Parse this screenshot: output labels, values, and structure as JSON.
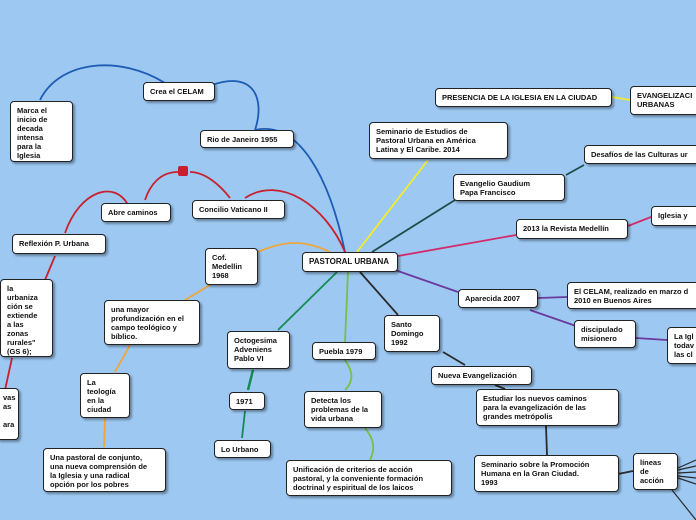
{
  "center": "PASTORAL URBANA",
  "nodes": {
    "crea_celam": "Crea el CELAM",
    "marca": "Marca el\ninicio de\ndecada\nintensa\npara la\nIglesia",
    "rio": "Rio de Janeiro 1955",
    "concilio": "Concilio Vaticano II",
    "abre": "Abre caminos",
    "reflexion": "Reflexión P. Urbana",
    "urbanizacion": "la\nurbaniza\nción se\nextiende\na las\nzonas\nrurales\"\n(GS 6);",
    "left_frag": "vas\nas\n\nara",
    "cof": "Cof.\nMedellin\n1968",
    "mayor": "una mayor\nprofundización en el\ncampo teológico y\nbíblico.",
    "teologia": "La\nteología\nen la\nciudad",
    "conjunto": "Una pastoral de conjunto,\nuna nueva comprensión de\nla Iglesia y una radical\nopción por los pobres",
    "octogesima": "Octogesima\nAdveniens\nPablo VI",
    "y1971": "1971",
    "urbano": "Lo Urbano",
    "puebla": "Puebla 1979",
    "detecta": "Detecta los\nproblemas de la\nvida urbana",
    "unificacion": "Unificación de criterios de acción\npastoral, y la conveniente formación\ndoctrinal y espiritual de los laicos",
    "santo": "Santo\nDomingo\n1992",
    "nueva": "Nueva Evangelización",
    "estudiar": "Estudiar los nuevos caminos\npara la evangelización de las\ngrandes metrópolis",
    "seminario93": "Seminario sobre la Promoción\nHumana en la Gran Ciudad.\n1993",
    "lineas": "líneas\nde\nacción",
    "presencia": "PRESENCIA DE LA IGLESIA EN LA CIUDAD",
    "evangelizacion": "EVANGELIZACI\nURBANAS",
    "seminario14": "Seminario de Estudios de\nPastoral Urbana en América\nLatina y El Caribe. 2014",
    "desafios": "Desafíos de las Culturas ur",
    "gaudium": "Evangelio Gaudium\nPapa Francisco",
    "revista": "2013 la Revista Medellín",
    "iglesia_y": "Iglesia y",
    "aparecida": "Aparecida 2007",
    "celam2010": "El CELAM, realizado en marzo d\n2010 en Buenos Aires",
    "discipulado": "discipulado\nmisionero",
    "la_iglesia": "La Igl\ntodav\nlas cl"
  },
  "colors": {
    "background": "#9cc8f2",
    "blue": "#1e5cb3",
    "red": "#c8212d",
    "orange": "#f0a53a",
    "green": "#178a52",
    "lightgreen": "#76c043",
    "dark": "#2b2b2b",
    "yellow": "#f3ec2a",
    "teal": "#1c4f4c",
    "pink": "#d42a6a",
    "purple": "#6b3a9e"
  }
}
